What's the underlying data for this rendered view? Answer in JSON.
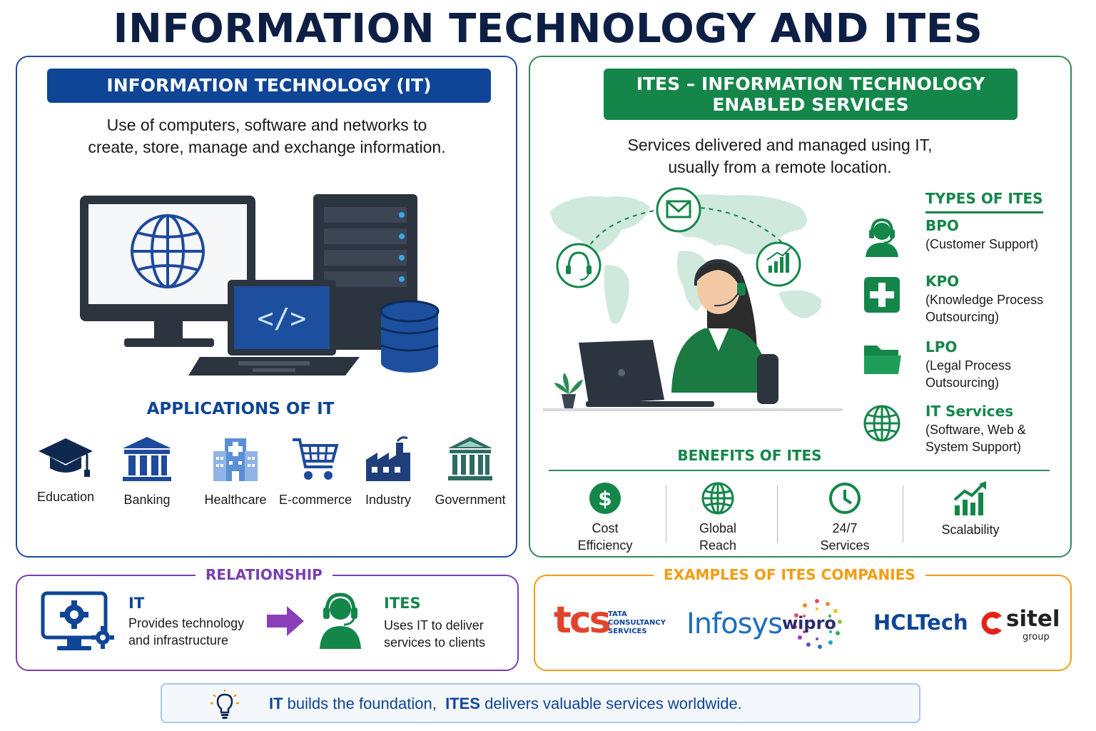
{
  "title": "INFORMATION TECHNOLOGY AND ITES",
  "it": {
    "header": "INFORMATION TECHNOLOGY (IT)",
    "description_line1": "Use of computers, software and networks to",
    "description_line2": "create, store, manage and exchange information.",
    "applications_title": "APPLICATIONS OF IT",
    "applications": [
      {
        "label": "Education",
        "icon": "graduation-cap-icon"
      },
      {
        "label": "Banking",
        "icon": "bank-icon"
      },
      {
        "label": "Healthcare",
        "icon": "hospital-icon"
      },
      {
        "label": "E-commerce",
        "icon": "shopping-cart-icon"
      },
      {
        "label": "Industry",
        "icon": "factory-icon"
      },
      {
        "label": "Government",
        "icon": "government-building-icon"
      }
    ]
  },
  "ites": {
    "header_line1": "ITES – INFORMATION TECHNOLOGY",
    "header_line2": "ENABLED SERVICES",
    "description_line1": "Services delivered and managed using IT,",
    "description_line2": "usually from a remote location.",
    "types_title": "TYPES OF ITES",
    "types": [
      {
        "name": "BPO",
        "desc1": "(Customer Support)",
        "desc2": "",
        "icon": "support-agent-icon"
      },
      {
        "name": "KPO",
        "desc1": "(Knowledge Process",
        "desc2": "Outsourcing)",
        "icon": "medical-cross-icon"
      },
      {
        "name": "LPO",
        "desc1": "(Legal Process",
        "desc2": "Outsourcing)",
        "icon": "folder-icon"
      },
      {
        "name": "IT Services",
        "desc1": "(Software, Web &",
        "desc2": "System Support)",
        "icon": "globe-icon"
      }
    ],
    "benefits_title": "BENEFITS OF ITES",
    "benefits": [
      {
        "line1": "Cost",
        "line2": "Efficiency",
        "icon": "dollar-icon"
      },
      {
        "line1": "Global",
        "line2": "Reach",
        "icon": "globe-icon"
      },
      {
        "line1": "24/7",
        "line2": "Services",
        "icon": "clock-icon"
      },
      {
        "line1": "Scalability",
        "line2": "",
        "icon": "growth-chart-icon"
      }
    ]
  },
  "relationship": {
    "title": "RELATIONSHIP",
    "it_name": "IT",
    "it_desc1": "Provides technology",
    "it_desc2": "and infrastructure",
    "ites_name": "ITES",
    "ites_desc1": "Uses IT to deliver",
    "ites_desc2": "services to clients"
  },
  "examples": {
    "title": "EXAMPLES OF ITES COMPANIES",
    "tcs": "tcs",
    "tcs_sub1": "TATA",
    "tcs_sub2": "CONSULTANCY",
    "tcs_sub3": "SERVICES",
    "infosys": "Infosys",
    "wipro": "wipro",
    "hcl": "HCLTech",
    "sitel": "sitel",
    "sitel_sub": "group"
  },
  "footer": {
    "part1": "IT",
    "part2": " builds the foundation,  ",
    "part3": "ITES",
    "part4": " delivers valuable services worldwide."
  },
  "colors": {
    "it_blue": "#0f4596",
    "ites_green": "#14864a",
    "relationship_purple": "#7b3fb0",
    "examples_orange": "#f39c12",
    "title_navy": "#0d1f44"
  }
}
